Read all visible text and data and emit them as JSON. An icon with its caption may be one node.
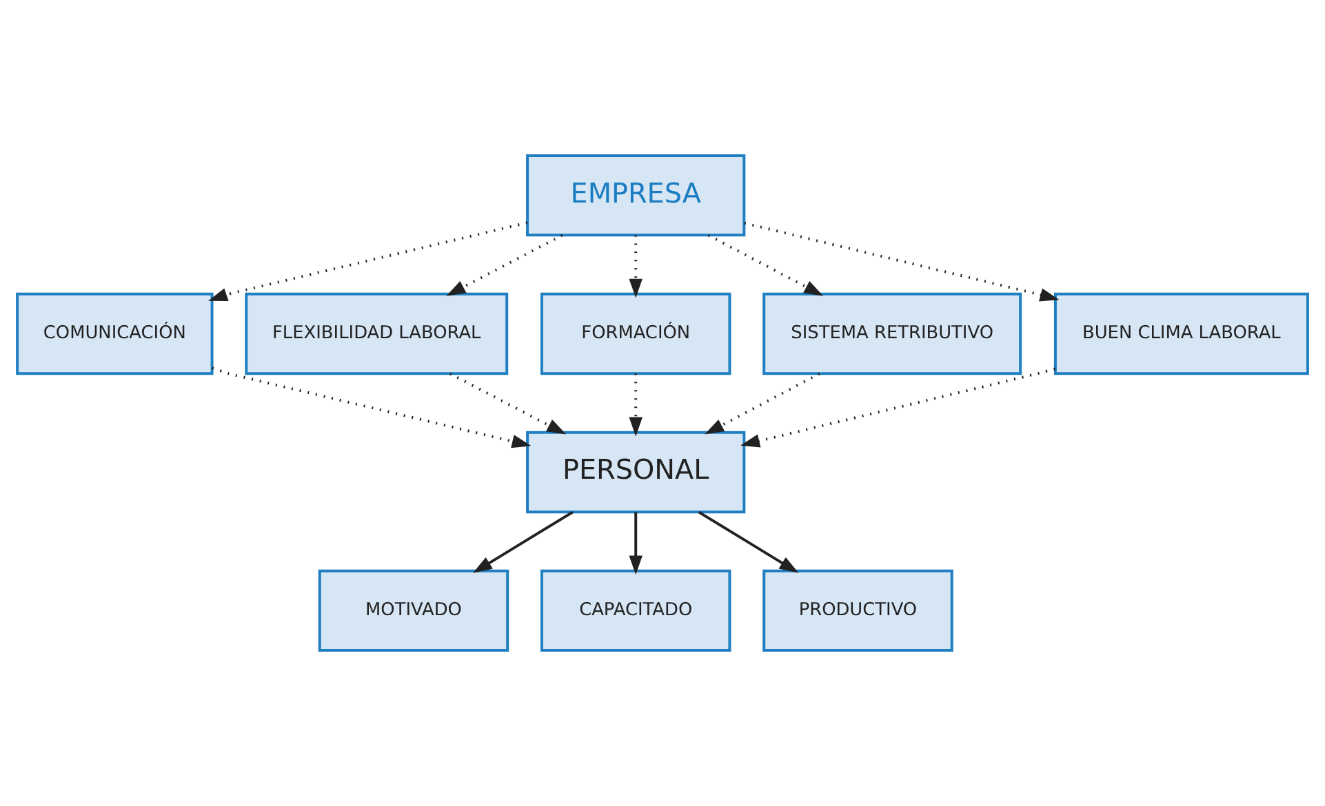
{
  "diagram": {
    "nodes": [
      {
        "text": [
          "EMPRESA"
        ]
      },
      {
        "text": [
          "COMUNICACIÓN"
        ]
      },
      {
        "text": [
          "FLEXIBILIDAD LABORAL"
        ]
      },
      {
        "text": [
          "FORMACIÓN"
        ]
      },
      {
        "text": [
          "SISTEMA RETRIBUTIVO"
        ]
      },
      {
        "text": [
          "BUEN CLIMA LABORAL"
        ]
      },
      {
        "text": [
          "PERSONAL"
        ]
      },
      {
        "text": [
          "MOTIVADO"
        ]
      },
      {
        "text": [
          "CAPACITADO"
        ]
      },
      {
        "text": [
          "PRODUCTIVO"
        ]
      }
    ],
    "edges": [
      {
        "from": 0,
        "to": 1,
        "arrow": "to",
        "style": "dashed"
      },
      {
        "from": 0,
        "to": 2,
        "arrow": "to",
        "style": "dashed"
      },
      {
        "from": 0,
        "to": 3,
        "arrow": "to",
        "style": "dashed"
      },
      {
        "from": 0,
        "to": 4,
        "arrow": "to",
        "style": "dashed"
      },
      {
        "from": 0,
        "to": 5,
        "arrow": "to",
        "style": "dashed"
      },
      {
        "from": 1,
        "to": 6,
        "arrow": "to",
        "style": "dashed"
      },
      {
        "from": 2,
        "to": 6,
        "arrow": "to",
        "style": "dashed"
      },
      {
        "from": 3,
        "to": 6,
        "arrow": "to",
        "style": "dashed"
      },
      {
        "from": 4,
        "to": 6,
        "arrow": "to",
        "style": "dashed"
      },
      {
        "from": 5,
        "to": 6,
        "arrow": "to",
        "style": "dashed"
      },
      {
        "from": 6,
        "to": 7,
        "arrow": "to"
      },
      {
        "from": 6,
        "to": 8,
        "arrow": "to"
      },
      {
        "from": 6,
        "to": 9,
        "arrow": "to"
      }
    ]
  }
}
